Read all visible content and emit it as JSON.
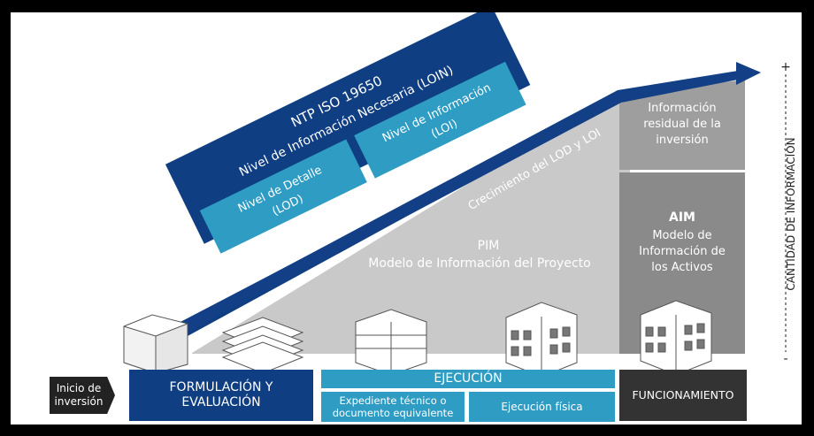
{
  "scale": {
    "plus": "+",
    "minus": "-",
    "label": "CANTIDAD DE INFORMACIÓN"
  },
  "banner": {
    "iso": "NTP ISO 19650",
    "loin": "Nivel de Información Necesaria (LOIN)",
    "lod_line1": "Nivel de Detalle",
    "lod_line2": "(LOD)",
    "loi_line1": "Nivel de Información",
    "loi_line2": "(LOI)"
  },
  "arrow_label": "Crecimiento del LOD y LOI",
  "pim": {
    "title": "PIM",
    "subtitle": "Modelo de Información del Proyecto"
  },
  "residual": {
    "line1": "Información",
    "line2": "residual de la",
    "line3": "inversión"
  },
  "aim": {
    "title": "AIM",
    "line1": "Modelo de",
    "line2": "Información de",
    "line3": "los Activos"
  },
  "phases": {
    "start": "Inicio de inversión",
    "formulacion": "FORMULACIÓN Y EVALUACIÓN",
    "ejecucion": "EJECUCIÓN",
    "expediente": "Expediente técnico o documento equivalente",
    "fisica": "Ejecución física",
    "funcionamiento": "FUNCIONAMIENTO"
  },
  "colors": {
    "dark_blue": "#0f3e82",
    "cyan": "#2e9cc3",
    "gray_light": "#c9c9c9",
    "gray_dark": "#8a8a8a",
    "black_box": "#333333"
  }
}
